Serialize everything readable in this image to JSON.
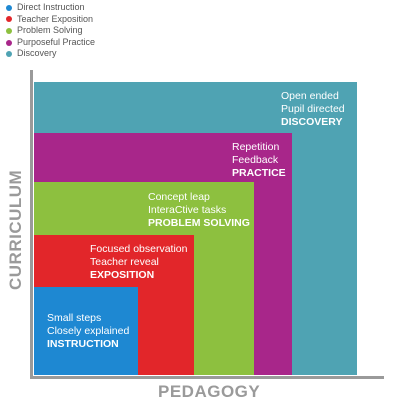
{
  "legend": [
    {
      "label": "Direct Instruction",
      "color": "#1e88d2"
    },
    {
      "label": "Teacher Exposition",
      "color": "#e2262a"
    },
    {
      "label": "Problem Solving",
      "color": "#8dc03f"
    },
    {
      "label": "Purposeful Practice",
      "color": "#a8268a"
    },
    {
      "label": "Discovery",
      "color": "#4fa3b3"
    }
  ],
  "blocks": {
    "discovery": {
      "color": "#4fa3b3",
      "line1": "Open ended",
      "line2": "Pupil directed",
      "title": "DISCOVERY"
    },
    "practice": {
      "color": "#a8268a",
      "line1": "Repetition",
      "line2": "Feedback",
      "title": "PRACTICE"
    },
    "problem_solving": {
      "color": "#8dc03f",
      "line1": "Concept leap",
      "line2": "InteraCtive tasks",
      "title": "PROBLEM SOLVING"
    },
    "exposition": {
      "color": "#e2262a",
      "line1": "Focused observation",
      "line2": "Teacher reveal",
      "title": "EXPOSITION"
    },
    "instruction": {
      "color": "#1e88d2",
      "line1": "Small steps",
      "line2": "Closely explained",
      "title": "INSTRUCTION"
    }
  },
  "axes": {
    "x_label": "PEDAGOGY",
    "y_label": "CURRICULUM"
  }
}
